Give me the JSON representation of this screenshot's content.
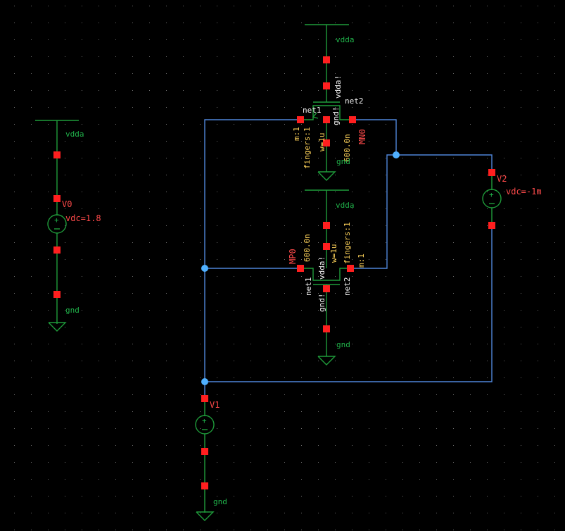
{
  "schematic": {
    "supply_v0": {
      "instance": "V0",
      "param": "vdc=1.8",
      "top_net": "vdda",
      "bottom_net": "gnd"
    },
    "source_v1": {
      "instance": "V1",
      "bottom_net": "gnd"
    },
    "source_v2": {
      "instance": "V2",
      "param": "vdc=-1m"
    },
    "nmos": {
      "instance": "MN0",
      "top_net": "vdda",
      "bottom_net": "gnd",
      "length": "600.0n",
      "width": "w=1u",
      "fingers": "fingers:1",
      "multiplier": "m:1",
      "pin_left": "net1",
      "pin_right": "net2",
      "pin_top": "vdda!",
      "pin_bulk": "gnd!"
    },
    "pmos": {
      "instance": "MP0",
      "top_net": "vdda",
      "bottom_net": "gnd",
      "length": "600.0n",
      "width": "w=1u",
      "fingers": "fingers:1",
      "multiplier": "m:1",
      "pin_left": "net1",
      "pin_right": "net2",
      "pin_top": "vdda!",
      "pin_bulk": "gnd!"
    }
  },
  "colors": {
    "background": "#000000",
    "wire": "#4f86d9",
    "symbol": "#1f9c3b",
    "pin": "#ff1f1f",
    "junction": "#4fb0ff",
    "net_label": "#20b24a",
    "instance_label": "#ff4a4a"
  }
}
